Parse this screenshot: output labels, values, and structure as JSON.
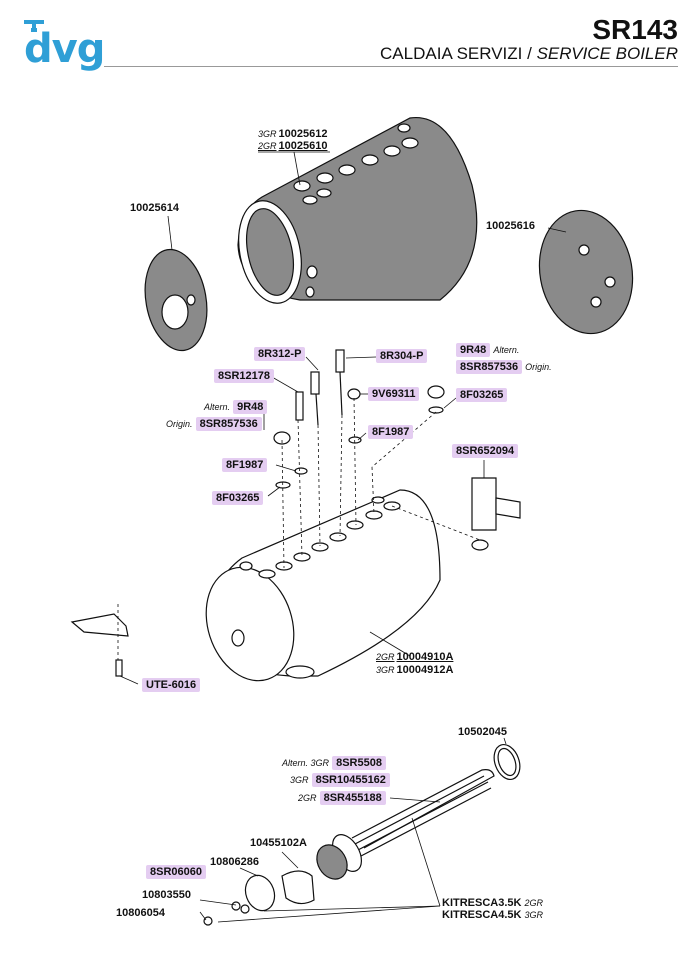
{
  "brand": "dvg",
  "header": {
    "model": "SR143",
    "title": "CALDAIA SERVIZI",
    "separator": "/",
    "title_en": "SERVICE BOILER"
  },
  "parts": {
    "shell_3gr": {
      "prefix": "3GR",
      "code": "10025612"
    },
    "shell_2gr": {
      "prefix": "2GR",
      "code": "10025610"
    },
    "disc_left": "10025614",
    "disc_right": "10025616",
    "p_8r312p": "8R312-P",
    "p_8r304p": "8R304-P",
    "p_9r48_right": {
      "code": "9R48",
      "note": "Altern."
    },
    "p_8sr857536_right": {
      "code": "8SR857536",
      "note": "Origin."
    },
    "p_8sr12178": "8SR12178",
    "p_9v69311": "9V69311",
    "p_8f03265_right": "8F03265",
    "p_9r48_left": {
      "note": "Altern.",
      "code": "9R48"
    },
    "p_8sr857536_left": {
      "note": "Origin.",
      "code": "8SR857536"
    },
    "p_8f1987_right": "8F1987",
    "p_8f1987_left": "8F1987",
    "p_8sr652094": "8SR652094",
    "p_8f03265_left": "8F03265",
    "boiler_2gr": {
      "prefix": "2GR",
      "code": "10004910A"
    },
    "boiler_3gr": {
      "prefix": "3GR",
      "code": "10004912A"
    },
    "p_ute6016": "UTE-6016",
    "p_10502045": "10502045",
    "heater_altern": {
      "note": "Altern. 3GR",
      "code": "8SR5508"
    },
    "heater_3gr": {
      "note": "3GR",
      "code": "8SR10455162"
    },
    "heater_2gr": {
      "note": "2GR",
      "code": "8SR455188"
    },
    "p_10455102a": "10455102A",
    "p_10806286": "10806286",
    "p_8sr06060": "8SR06060",
    "p_10803550": "10803550",
    "p_10806054": "10806054",
    "kit_35": {
      "code": "KITRESCA3.5K",
      "note": "2GR"
    },
    "kit_45": {
      "code": "KITRESCA4.5K",
      "note": "3GR"
    }
  },
  "colors": {
    "brand_blue": "#2f9fd6",
    "highlight": "#e4cdf1",
    "part_fill": "#8a8a8a",
    "outline": "#111111"
  }
}
